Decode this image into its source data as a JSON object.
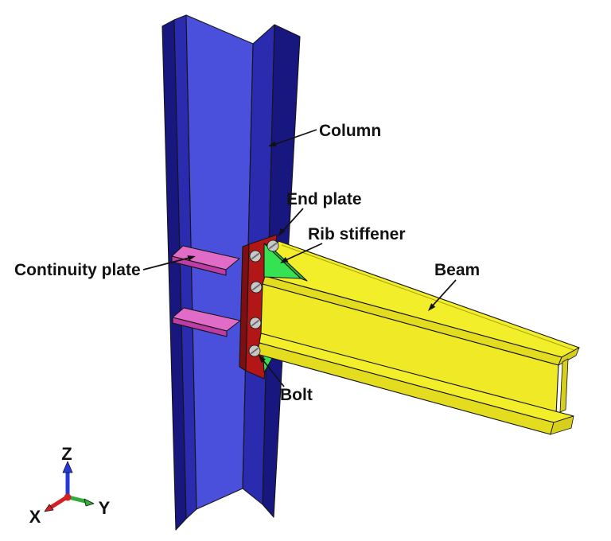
{
  "diagram": {
    "labels": {
      "column": "Column",
      "end_plate": "End plate",
      "rib_stiffener": "Rib stiffener",
      "continuity_plate": "Continuity plate",
      "beam": "Beam",
      "bolt": "Bolt"
    },
    "axis_triad": {
      "x": "X",
      "y": "Y",
      "z": "Z"
    },
    "colors": {
      "column_web": "#4a4fdc",
      "column_flange_inner": "#2b2bb0",
      "column_flange_outer": "#17177f",
      "beam_top": "#f2ee29",
      "beam_side": "#e4dd1f",
      "beam_web": "#f0ea26",
      "beam_end": "#d6cf1e",
      "end_plate": "#b21616",
      "end_plate_edge": "#7e0f10",
      "continuity_top": "#e06cc8",
      "continuity_edge": "#bf3ca4",
      "rib": "#35e352",
      "rib_shadow": "#23b83c",
      "bolt": "#c8c8c8",
      "axis_x": "#d42020",
      "axis_y": "#2fae3a",
      "axis_z": "#2438d8",
      "background": "#ffffff"
    }
  }
}
